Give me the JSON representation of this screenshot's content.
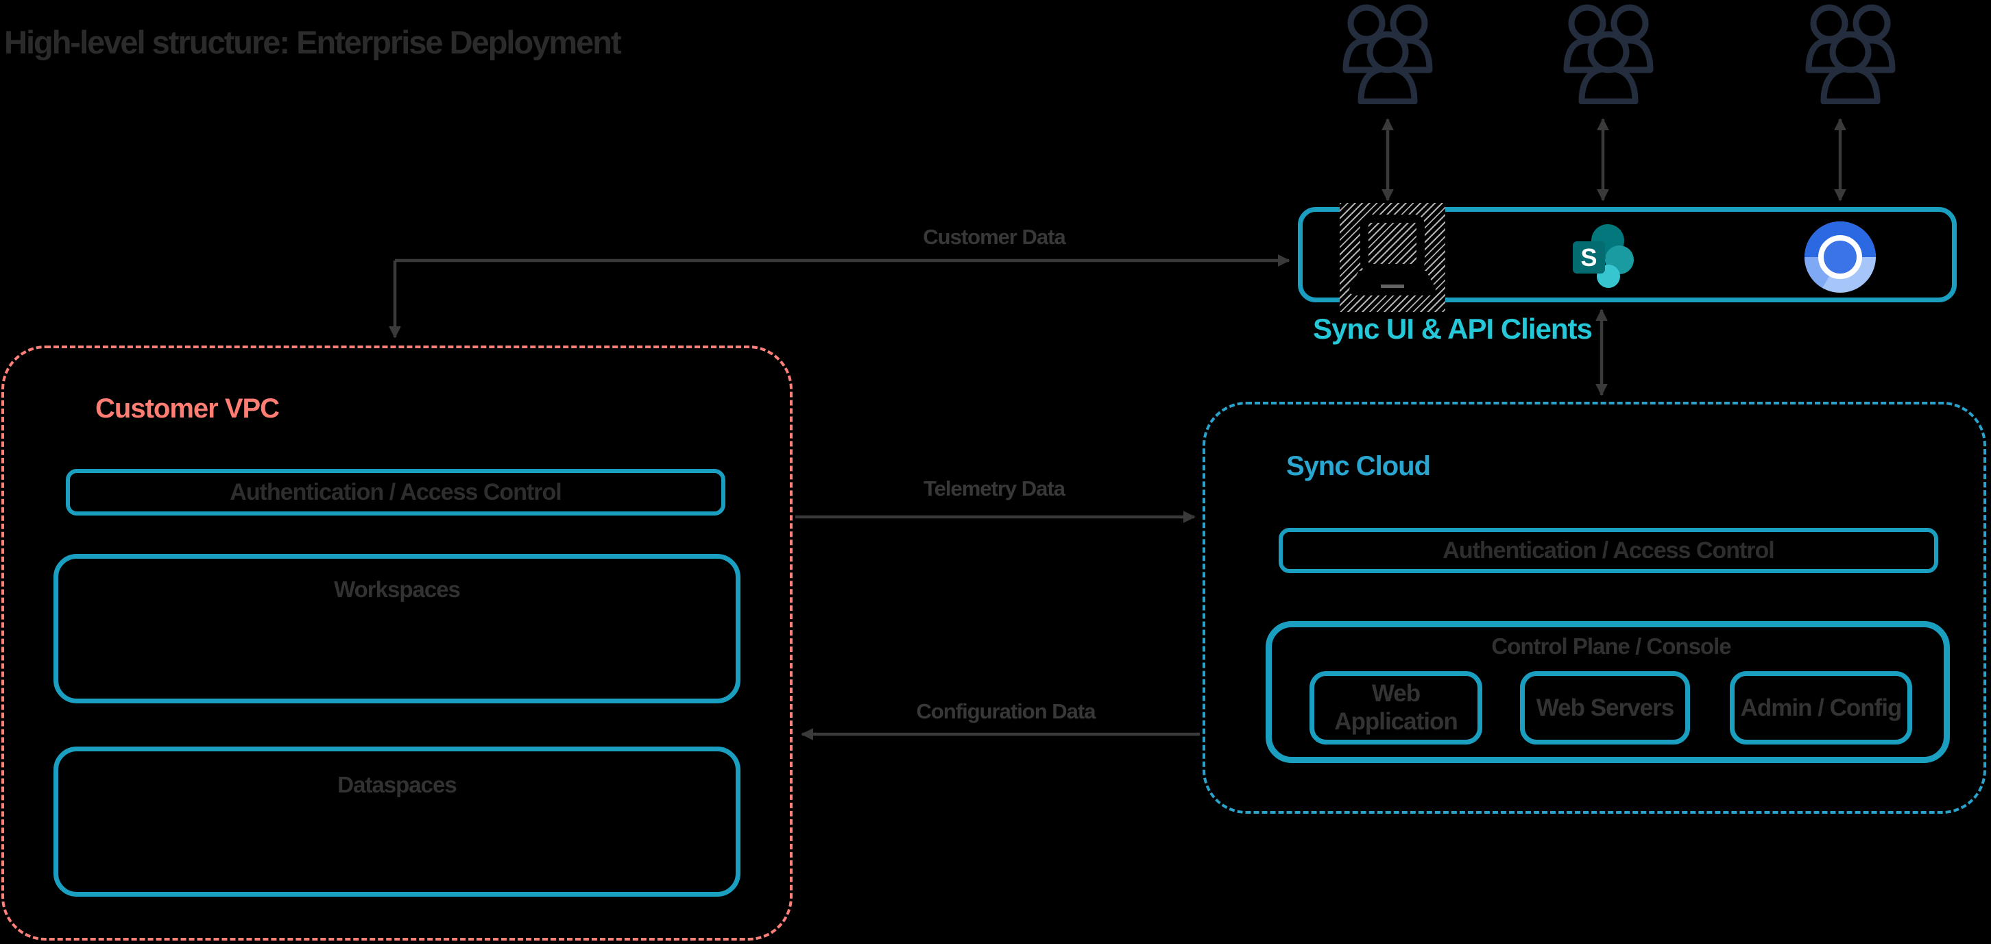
{
  "title": "High-level structure: Enterprise Deployment",
  "clients_bar": {
    "label": "Sync UI & API Clients",
    "user_group_count": 3,
    "icons": {
      "laptop": "laptop-icon",
      "sharepoint_letter": "S",
      "chromium": "chromium-icon"
    }
  },
  "connectors": {
    "customer_data": "Customer Data",
    "telemetry_data": "Telemetry Data",
    "configuration_data": "Configuration Data"
  },
  "customer_vpc": {
    "label": "Customer VPC",
    "auth": "Authentication / Access Control",
    "workspaces": "Workspaces",
    "dataspaces": "Dataspaces"
  },
  "sync_cloud": {
    "label": "Sync Cloud",
    "auth": "Authentication / Access Control",
    "control_plane": {
      "label": "Control Plane / Console",
      "items": [
        "Web Application",
        "Web Servers",
        "Admin / Config"
      ]
    }
  },
  "colors": {
    "background": "#000000",
    "teal_border": "#1b9fc1",
    "clients_label_cyan": "#25c8d8",
    "cloud_accent": "#2aa7d1",
    "vpc_accent": "#ff7d73",
    "arrow_gray": "#3a3a3a",
    "dark_label": "#2e2e2e",
    "users_icon_navy": "#232d3d",
    "sharepoint_teals": [
      "#03787C",
      "#1A9BA1",
      "#37C6D0",
      "#036C70"
    ],
    "chromium_blues": [
      "#2b69e2",
      "#7fa9f4",
      "#a6c5f8",
      "#3b74e6"
    ]
  }
}
